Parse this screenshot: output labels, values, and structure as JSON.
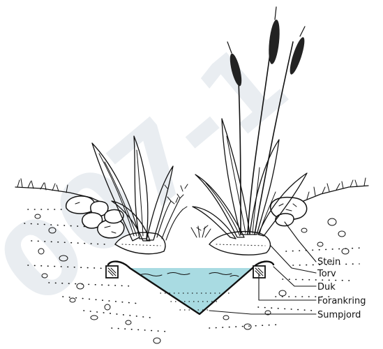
{
  "watermark": "007-1",
  "labels": {
    "stone": "Stein",
    "peat": "Torv",
    "liner": "Duk",
    "anchoring": "Forankring",
    "bog_soil": "Sumpjord"
  },
  "colors": {
    "water": "#a9dbe2",
    "ink": "#111111",
    "watermark": "#e9edf1"
  }
}
